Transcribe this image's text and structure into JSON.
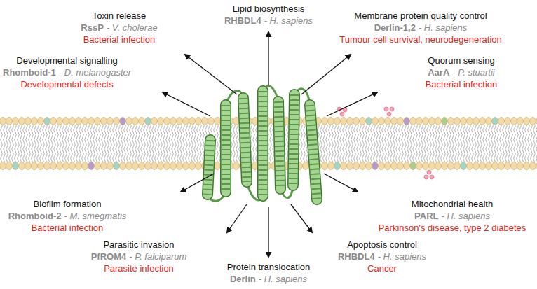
{
  "diagram": {
    "labels": [
      "Toxin release",
      "RssP",
      "- V. cholerae",
      "Bacterial infection",
      "Lipid biosynthesis",
      "RHBDL4",
      "- H. sapiens",
      "Membrane protein quality control",
      "Derlin-1,2",
      "- H. sapiens",
      "Tumour cell survival, neurodegeneration",
      "Developmental signalling",
      "Rhomboid-1",
      "- D. melanogaster",
      "Developmental defects",
      "Quorum sensing",
      "AarA",
      "- P. stuartii",
      "Bacterial infection",
      "Biofilm formation",
      "Rhomboid-2",
      "- M. smegmatis",
      "Bacterial infection",
      "Mitochondrial health",
      "PARL",
      "- H. sapiens",
      "Parkinson's disease, type 2 diabetes",
      "Parasitic invasion",
      "PfROM4",
      "- P. falciparum",
      "Parasite infection",
      "Protein translocation",
      "Derlin",
      "- H. sapiens",
      "Apoptosis control",
      "RHBDL4",
      "- H. sapiens",
      "Cancer"
    ]
  }
}
